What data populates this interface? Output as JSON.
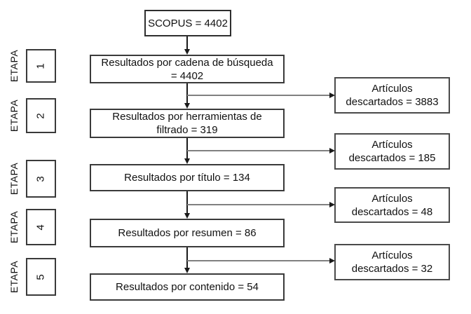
{
  "top_box": "SCOPUS = 4402",
  "stage_word": "ETAPA",
  "stages": [
    {
      "number": "1",
      "result_line1": "Resultados por cadena de búsqueda",
      "result_line2": "= 4402",
      "discard_line1": "Artículos",
      "discard_line2": "descartados = 3883"
    },
    {
      "number": "2",
      "result_line1": "Resultados por herramientas de",
      "result_line2": "filtrado = 319",
      "discard_line1": "Artículos",
      "discard_line2": "descartados = 185"
    },
    {
      "number": "3",
      "result_line1": "Resultados por título = 134",
      "discard_line1": "Artículos",
      "discard_line2": "descartados = 48"
    },
    {
      "number": "4",
      "result_line1": "Resultados por resumen = 86",
      "discard_line1": "Artículos",
      "discard_line2": "descartados = 32"
    },
    {
      "number": "5",
      "result_line1": "Resultados por contenido = 54"
    }
  ],
  "colors": {
    "background": "#ffffff",
    "text": "#111111",
    "box_border": "#3a3a3a",
    "flow_line": "#1a1a1a",
    "branch_line": "#808080"
  }
}
